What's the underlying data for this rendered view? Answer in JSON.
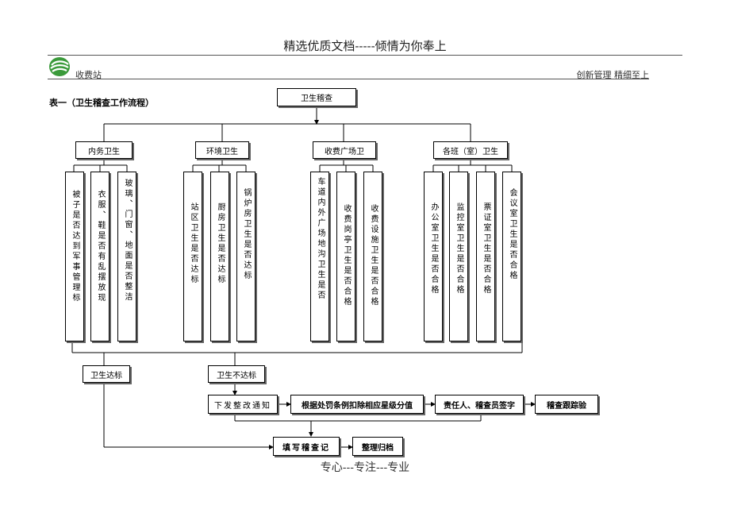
{
  "header": {
    "title": "精选优质文档-----倾情为你奉上",
    "site": "收费站",
    "motto": "创新管理 精细至上"
  },
  "table_title": "表一（卫生稽查工作流程）",
  "root": "卫生稽查",
  "categories": [
    {
      "label": "内务卫生",
      "items": [
        "被子是否达到军事管理标",
        "衣服、鞋是否有乱摆放现",
        "玻璃、门窗、地面是否整洁"
      ]
    },
    {
      "label": "环境卫生",
      "items": [
        "站区卫生是否达标",
        "厨房卫生是否达标",
        "锅炉房卫生是否达标"
      ]
    },
    {
      "label": "收费广场卫",
      "items": [
        "车道内外广场地沟卫生是否",
        "收费岗亭卫生是否合格",
        "收费设施卫生是否合格"
      ]
    },
    {
      "label": "各班（室）卫生",
      "items": [
        "办公室卫生是否合格",
        "监控室卫生是否合格",
        "票证室卫生是否合格",
        "会议室卫生是否合格"
      ]
    }
  ],
  "outcomes": {
    "pass": "卫生达标",
    "fail": "卫生不达标"
  },
  "process": {
    "notice": "下发整改通知",
    "deduct": "根据处罚条例扣除相应星级分值",
    "sign": "责任人、稽查员签字",
    "followup": "稽查跟踪验",
    "record": "填写稽查记",
    "archive": "整理归档"
  },
  "footer": "专心---专注---专业"
}
